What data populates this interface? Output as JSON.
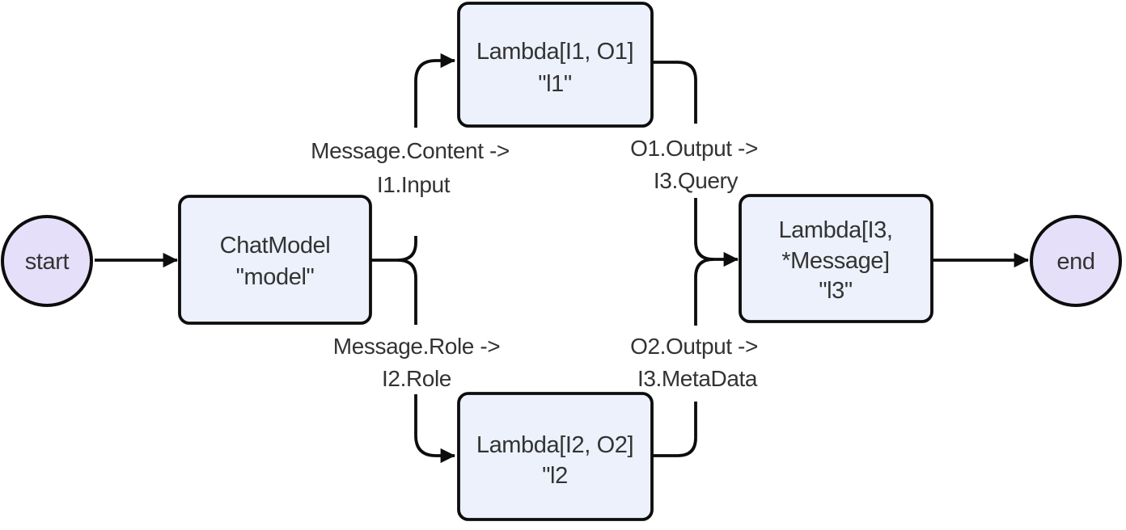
{
  "colors": {
    "background": "#ffffff",
    "stroke": "#0d0d0d",
    "text": "#333333",
    "node_fill": "#ecf1fb",
    "terminal_fill": "#e6dff9"
  },
  "nodes": {
    "start": {
      "lines": [
        "start"
      ]
    },
    "model": {
      "lines": [
        "ChatModel",
        "\"model\""
      ]
    },
    "l1": {
      "lines": [
        "Lambda[I1, O1]",
        "\"l1\""
      ]
    },
    "l2": {
      "lines": [
        "Lambda[I2, O2]",
        "\"l2"
      ]
    },
    "l3": {
      "lines": [
        "Lambda[I3,",
        "*Message]",
        "\"l3\""
      ]
    },
    "end": {
      "lines": [
        "end"
      ]
    }
  },
  "edge_labels": {
    "model_to_l1": {
      "lines": [
        "Message.Content ->",
        "I1.Input"
      ]
    },
    "model_to_l2": {
      "lines": [
        "Message.Role ->",
        "I2.Role"
      ]
    },
    "l1_to_l3": {
      "lines": [
        "O1.Output ->",
        "I3.Query"
      ]
    },
    "l2_to_l3": {
      "lines": [
        "O2.Output ->",
        "I3.MetaData"
      ]
    }
  }
}
